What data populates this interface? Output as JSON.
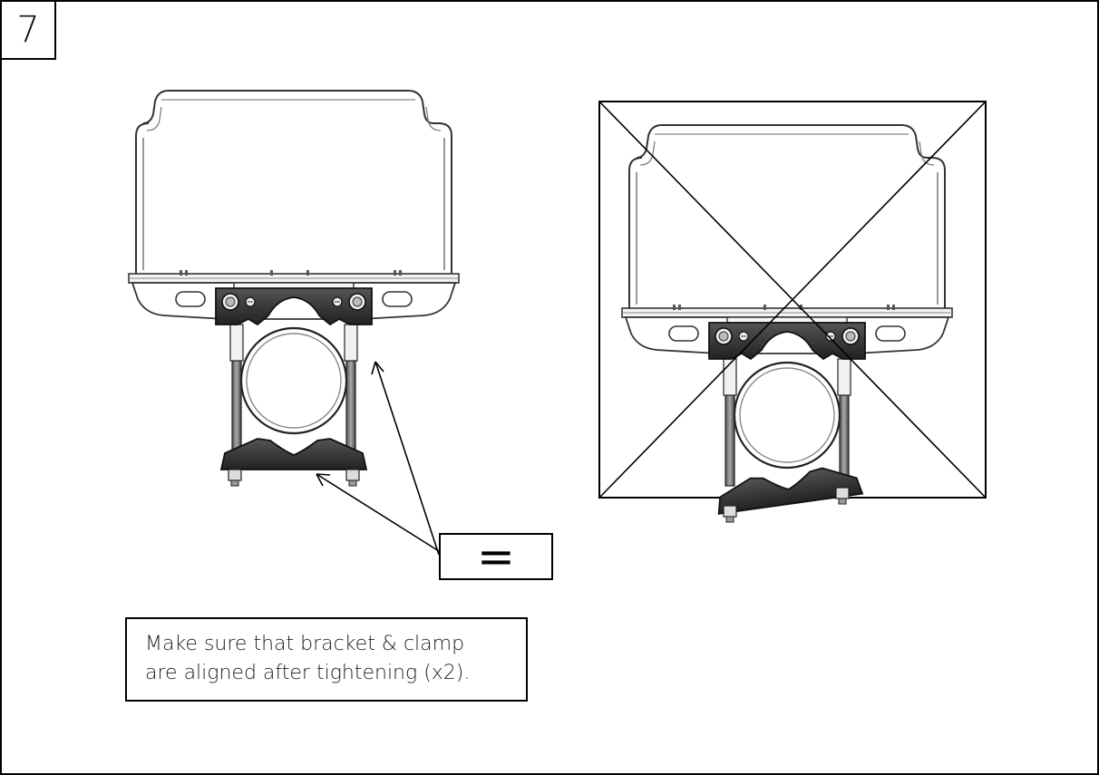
{
  "step": {
    "number": "7"
  },
  "callout": {
    "symbol": "="
  },
  "note": {
    "line1": "Make sure that bracket & clamp",
    "line2": "are aligned after tightening (x2)."
  },
  "figures": {
    "correct": {
      "icon": "bracket-clamp-aligned-icon"
    },
    "incorrect": {
      "icon": "bracket-clamp-misaligned-icon",
      "mark": "cross-out-icon"
    }
  },
  "colors": {
    "line": "#000000",
    "metal_dark": "#3a3a3a",
    "metal_light": "#e6e6e6"
  }
}
